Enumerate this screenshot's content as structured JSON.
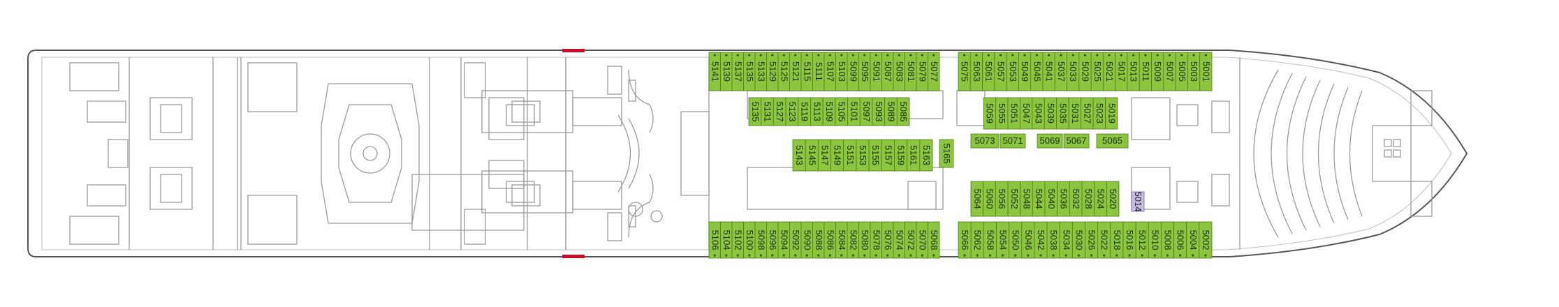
{
  "deck_plan": {
    "colors": {
      "hull_stroke": "#555555",
      "interior_stroke": "#9a9a9a",
      "cabin_fill": "#8cc63f",
      "cabin_stroke": "#4d7a1c",
      "cabin_dot": "#2e5d10",
      "special_cabin_fill": "#c9b8e6",
      "special_cabin_stroke": "#7a64a8",
      "stairwell_marker": "#c8102e"
    },
    "cabins": {
      "top_outer": [
        "5141",
        "5139",
        "5137",
        "5135",
        "5133",
        "5129",
        "5125",
        "5121",
        "5115",
        "5111",
        "5107",
        "5103",
        "5099",
        "5095",
        "5091",
        "5087",
        "5083",
        "5081",
        "5079",
        "5077",
        "5075",
        "5063",
        "5061",
        "5057",
        "5053",
        "5049",
        "5045",
        "5041",
        "5037",
        "5033",
        "5029",
        "5025",
        "5021",
        "5017",
        "5013",
        "5011",
        "5009",
        "5007",
        "5005",
        "5003",
        "5001"
      ],
      "top_inner_a": [
        "5135",
        "5131",
        "5127",
        "5123",
        "5119",
        "5113",
        "5109",
        "5105",
        "5101",
        "5097",
        "5093",
        "5089",
        "5085"
      ],
      "top_inner_b": [
        "5143",
        "5145",
        "5147",
        "5149",
        "5151",
        "5153",
        "5155",
        "5157",
        "5159",
        "5161",
        "5163"
      ],
      "single_165": "5165",
      "mid_right_upper": [
        "5059",
        "5055",
        "5051",
        "5047",
        "5043",
        "5039",
        "5035",
        "5031",
        "5027",
        "5023",
        "5019"
      ],
      "corridor_row": [
        "5073",
        "5071",
        "5069",
        "5067",
        "5065"
      ],
      "mid_right_lower": [
        "5064",
        "5060",
        "5056",
        "5052",
        "5048",
        "5044",
        "5040",
        "5036",
        "5032",
        "5028",
        "5024",
        "5020"
      ],
      "special": "5014",
      "bottom_outer": [
        "5106",
        "5104",
        "5102",
        "5100",
        "5098",
        "5096",
        "5094",
        "5092",
        "5090",
        "5088",
        "5086",
        "5084",
        "5082",
        "5080",
        "5078",
        "5076",
        "5074",
        "5072",
        "5070",
        "5068",
        "5066",
        "5062",
        "5058",
        "5054",
        "5050",
        "5046",
        "5042",
        "5038",
        "5034",
        "5030",
        "5026",
        "5022",
        "5018",
        "5016",
        "5012",
        "5010",
        "5008",
        "5006",
        "5004",
        "5002"
      ]
    }
  }
}
